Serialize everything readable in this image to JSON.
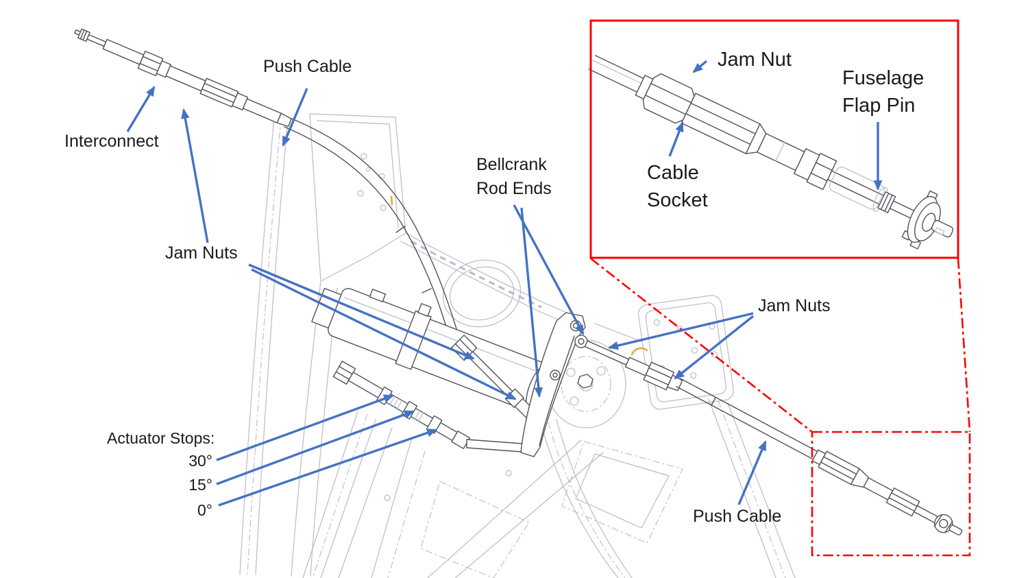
{
  "colors": {
    "annotation_blue": "#4472C4",
    "callout_red": "#FE0000",
    "drawing_dark_gray": "#4F525A",
    "drawing_light_gray": "#B7BBC7",
    "wire_accent_yellow": "#E3AC3D",
    "text": "#1A1A1A",
    "background": "#FFFFFF"
  },
  "callouts": {
    "push_cable_top": {
      "label": "Push Cable"
    },
    "interconnect": {
      "label": "Interconnect"
    },
    "jam_nuts_left": {
      "label": "Jam Nuts"
    },
    "bellcrank_rod_ends": {
      "line1": "Bellcrank",
      "line2": "Rod Ends"
    },
    "jam_nuts_right": {
      "label": "Jam Nuts"
    },
    "actuator_stops": {
      "title": "Actuator Stops:",
      "stop_30": "30°",
      "stop_15": "15°",
      "stop_0": "0°"
    },
    "push_cable_bottom": {
      "label": "Push Cable"
    }
  },
  "inset": {
    "jam_nut": {
      "label": "Jam Nut"
    },
    "fuselage_flap_pin": {
      "line1": "Fuselage",
      "line2": "Flap Pin"
    },
    "cable_socket": {
      "line1": "Cable",
      "line2": "Socket"
    }
  }
}
